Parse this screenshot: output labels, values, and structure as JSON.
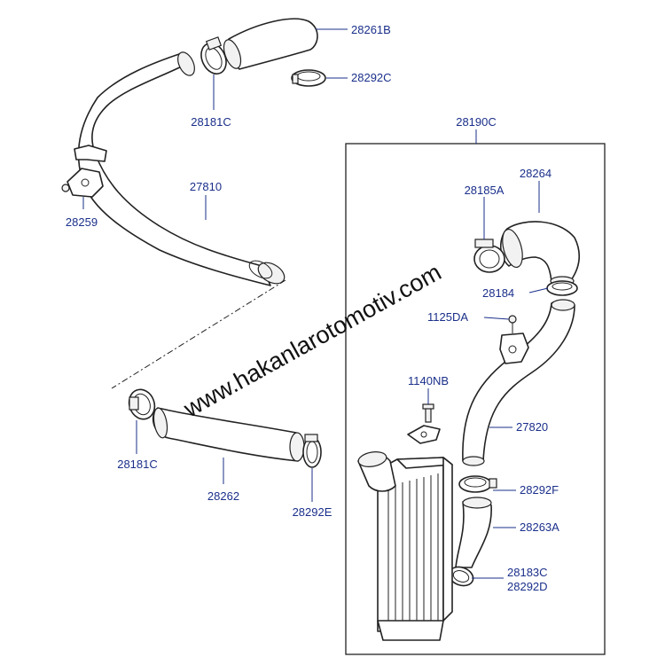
{
  "watermark": "www.hakanlarotomotiv.com",
  "group_label": "28190C",
  "labels": {
    "l_28261B": "28261B",
    "l_28292C": "28292C",
    "l_28181C_top": "28181C",
    "l_27810": "27810",
    "l_28259": "28259",
    "l_28264": "28264",
    "l_28185A": "28185A",
    "l_28184": "28184",
    "l_1125DA": "1125DA",
    "l_1140NB": "1140NB",
    "l_27820": "27820",
    "l_28181C_bottom": "28181C",
    "l_28262": "28262",
    "l_28292E": "28292E",
    "l_28292F": "28292F",
    "l_28263A": "28263A",
    "l_28183C": "28183C",
    "l_28292D": "28292D"
  },
  "colors": {
    "label": "#1a2f8a",
    "line_art": "#222222",
    "background": "#ffffff"
  }
}
